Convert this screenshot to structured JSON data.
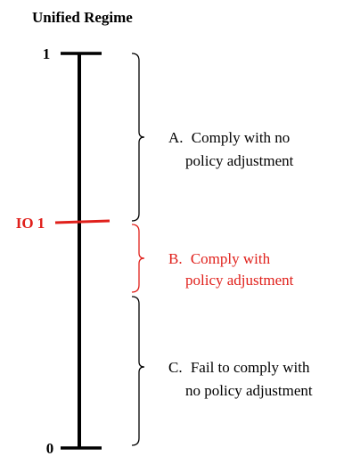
{
  "title": "Unified Regime",
  "scale": {
    "top_label": "1",
    "bottom_label": "0",
    "marker": {
      "label": "IO 1",
      "color": "#e0201b"
    },
    "axis_color": "#000000"
  },
  "segments": [
    {
      "letter": "A.",
      "line1": "Comply with no",
      "line2": "policy adjustment",
      "color": "#000000"
    },
    {
      "letter": "B.",
      "line1": "Comply with",
      "line2": "policy adjustment",
      "color": "#e0201b"
    },
    {
      "letter": "C.",
      "line1": "Fail to comply with",
      "line2": "no policy adjustment",
      "color": "#000000"
    }
  ]
}
